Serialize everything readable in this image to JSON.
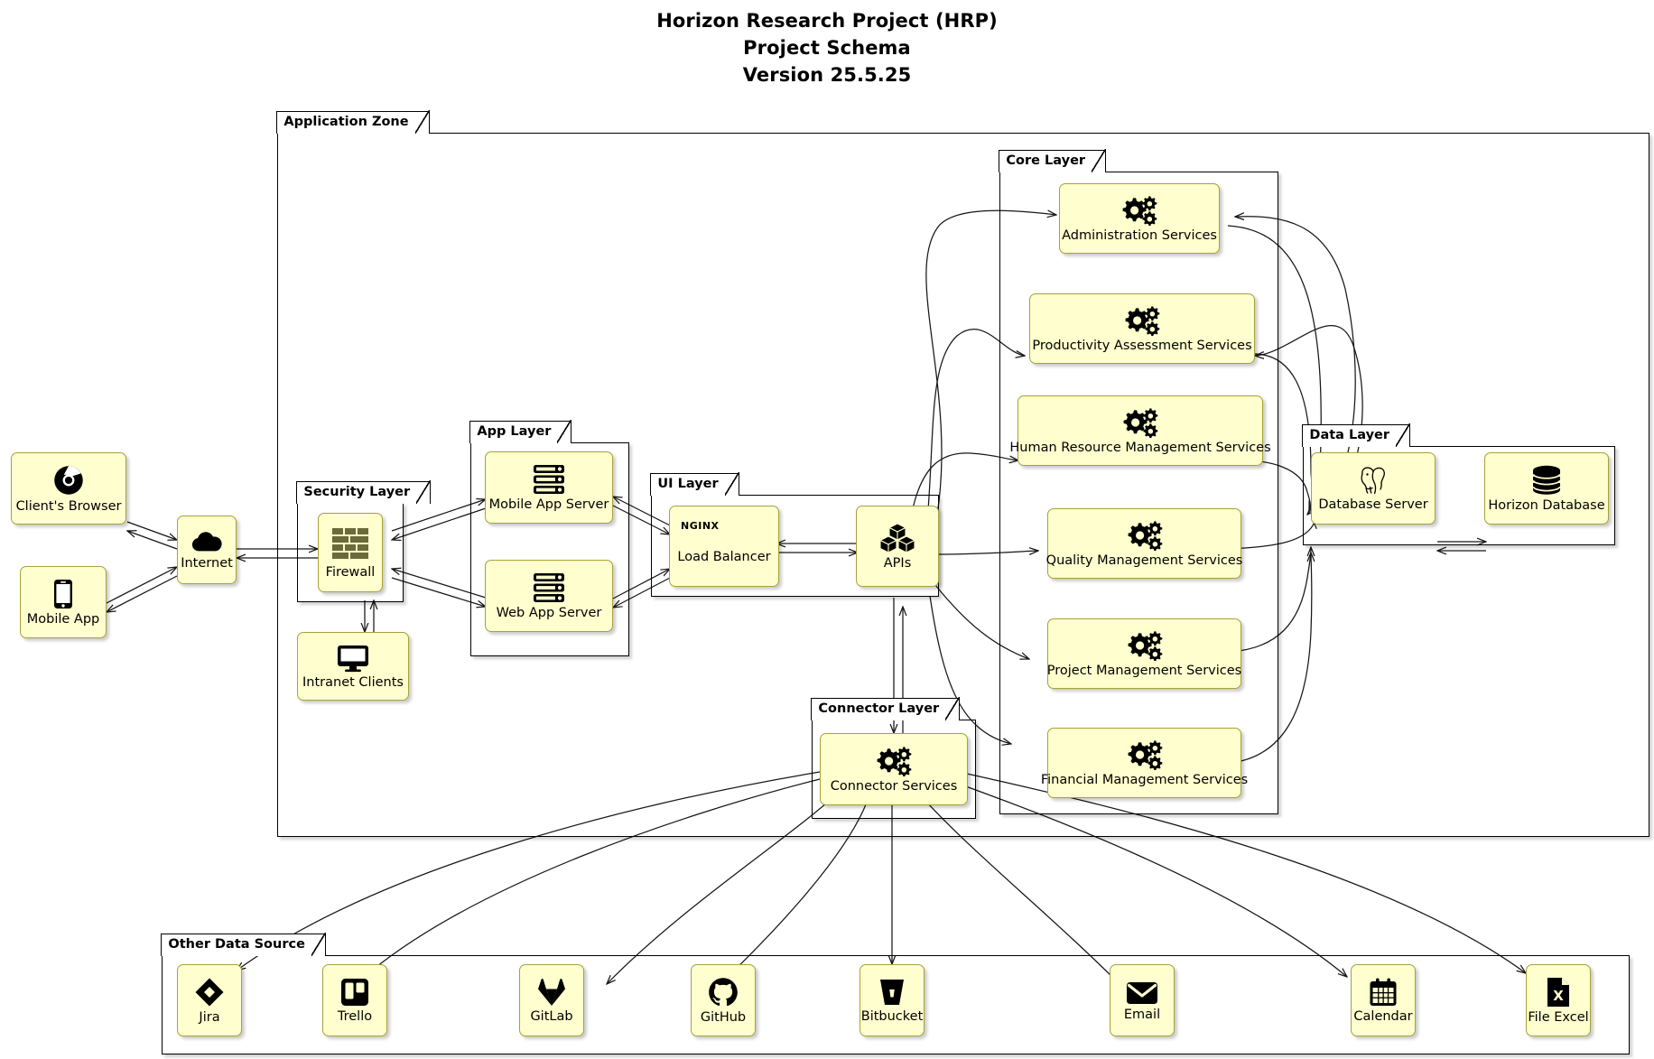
{
  "title": {
    "line1": "Horizon Research Project (HRP)",
    "line2": "Project Schema",
    "line3": "Version 25.5.25"
  },
  "packages": {
    "application_zone": "Application Zone",
    "security_layer": "Security Layer",
    "app_layer": "App Layer",
    "ui_layer": "UI Layer",
    "core_layer": "Core Layer",
    "data_layer": "Data Layer",
    "connector_layer": "Connector Layer",
    "other_data_source": "Other Data Source"
  },
  "external_clients": [
    {
      "id": "clients_browser",
      "label": "Client's Browser",
      "icon": "chrome-icon"
    },
    {
      "id": "mobile_app",
      "label": "Mobile App",
      "icon": "smartphone-icon"
    },
    {
      "id": "internet",
      "label": "Internet",
      "icon": "cloud-icon"
    }
  ],
  "security_layer_nodes": [
    {
      "id": "firewall",
      "label": "Firewall",
      "icon": "brick-wall-icon"
    }
  ],
  "intranet": {
    "id": "intranet_clients",
    "label": "Intranet Clients",
    "icon": "desktop-monitor-icon"
  },
  "app_layer_nodes": [
    {
      "id": "mobile_app_server",
      "label": "Mobile App Server",
      "icon": "server-rack-icon"
    },
    {
      "id": "web_app_server",
      "label": "Web App Server",
      "icon": "server-rack-icon"
    }
  ],
  "ui_layer_nodes": [
    {
      "id": "load_balancer",
      "label": "Load Balancer",
      "icon": "nginx-icon",
      "badge": "NGINX"
    },
    {
      "id": "apis",
      "label": "APIs",
      "icon": "cubes-icon"
    }
  ],
  "core_layer_nodes": [
    {
      "id": "administration_services",
      "label": "Administration Services",
      "icon": "gears-icon"
    },
    {
      "id": "productivity_assessment_services",
      "label": "Productivity Assessment Services",
      "icon": "gears-icon"
    },
    {
      "id": "human_resource_management_services",
      "label": "Human Resource Management Services",
      "icon": "gears-icon"
    },
    {
      "id": "quality_management_services",
      "label": "Quality Management Services",
      "icon": "gears-icon"
    },
    {
      "id": "project_management_services",
      "label": "Project Management Services",
      "icon": "gears-icon"
    },
    {
      "id": "financial_management_services",
      "label": "Financial Management Services",
      "icon": "gears-icon"
    }
  ],
  "data_layer_nodes": [
    {
      "id": "database_server",
      "label": "Database Server",
      "icon": "postgresql-elephant-icon"
    },
    {
      "id": "horizon_database",
      "label": "Horizon Database",
      "icon": "database-cylinder-icon"
    }
  ],
  "connector_layer_nodes": [
    {
      "id": "connector_services",
      "label": "Connector Services",
      "icon": "gears-icon"
    }
  ],
  "other_data_sources": [
    {
      "id": "jira",
      "label": "Jira",
      "icon": "jira-diamond-icon"
    },
    {
      "id": "trello",
      "label": "Trello",
      "icon": "trello-board-icon"
    },
    {
      "id": "gitlab",
      "label": "GitLab",
      "icon": "gitlab-tanuki-icon"
    },
    {
      "id": "github",
      "label": "GitHub",
      "icon": "github-octocat-icon"
    },
    {
      "id": "bitbucket",
      "label": "Bitbucket",
      "icon": "bitbucket-icon"
    },
    {
      "id": "email",
      "label": "Email",
      "icon": "envelope-icon"
    },
    {
      "id": "calendar",
      "label": "Calendar",
      "icon": "calendar-icon"
    },
    {
      "id": "file_excel",
      "label": "File Excel",
      "icon": "excel-file-icon"
    }
  ],
  "colors": {
    "node_fill": "#FEFECE",
    "node_border": "#A8A239",
    "line": "#17171A",
    "background": "#FFFFFF",
    "text": "#000000",
    "firewall_brick": "#6B6B3A"
  }
}
